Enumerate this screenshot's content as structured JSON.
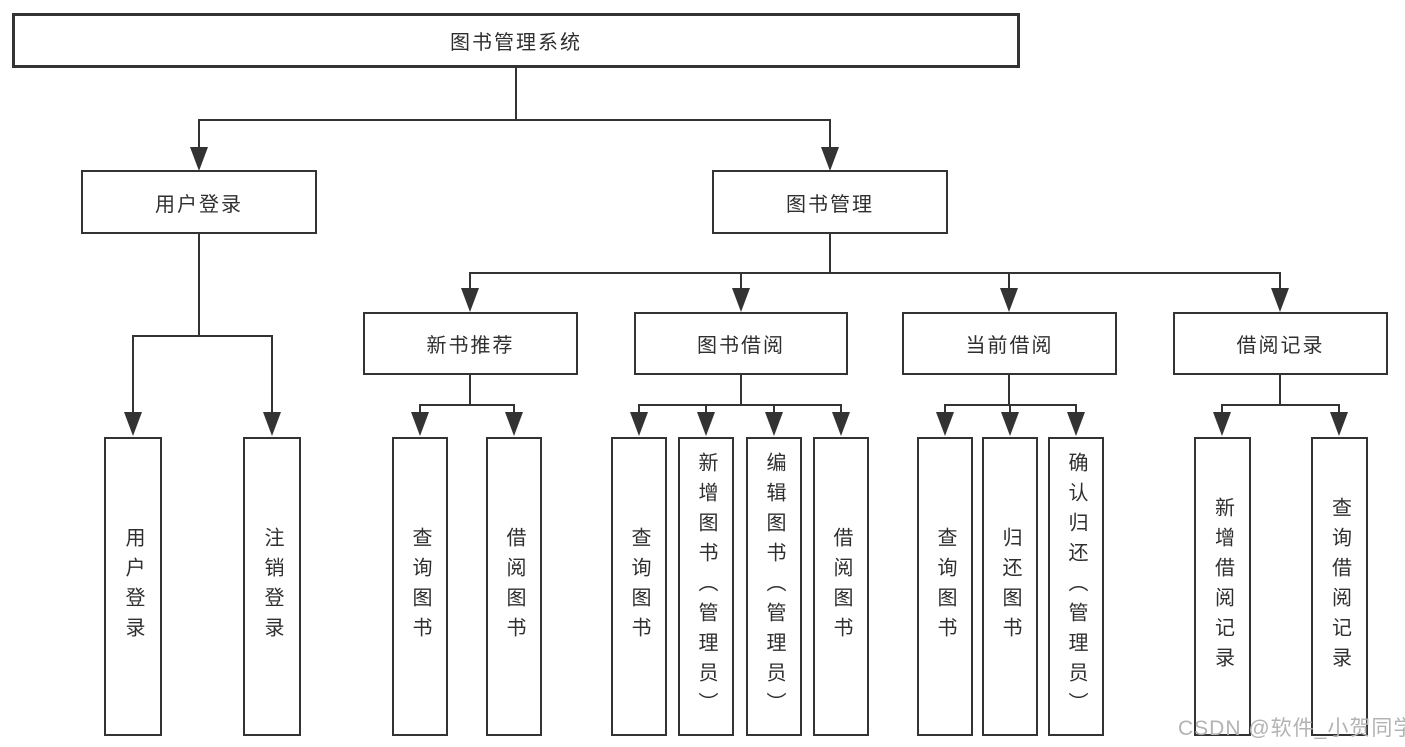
{
  "diagram": {
    "root": {
      "label": "图书管理系统"
    },
    "branches": [
      {
        "label": "用户登录",
        "leaves": [
          "用户登录",
          "注销登录"
        ]
      },
      {
        "label": "图书管理",
        "groups": [
          {
            "label": "新书推荐",
            "leaves": [
              "查询图书",
              "借阅图书"
            ]
          },
          {
            "label": "图书借阅",
            "leaves": [
              "查询图书",
              "新增图书（管理员）",
              "编辑图书（管理员）",
              "借阅图书"
            ]
          },
          {
            "label": "当前借阅",
            "leaves": [
              "查询图书",
              "归还图书",
              "确认归还（管理员）"
            ]
          },
          {
            "label": "借阅记录",
            "leaves": [
              "新增借阅记录",
              "查询借阅记录"
            ]
          }
        ]
      }
    ]
  },
  "watermark": "CSDN @软件_小贺同学",
  "colors": {
    "line": "#333333",
    "text": "#2f2f2f",
    "background": "#ffffff",
    "watermark": "#b3b3b3"
  }
}
